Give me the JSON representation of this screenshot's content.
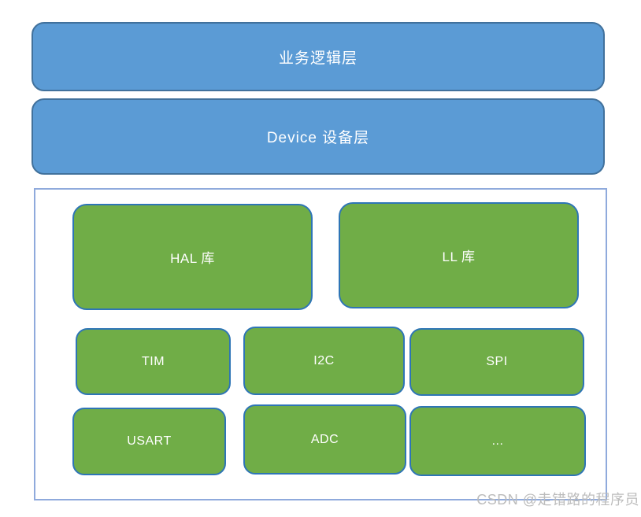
{
  "page": {
    "watermark": "CSDN @走错路的程序员"
  },
  "colors": {
    "layer_fill": "#5B9BD5",
    "layer_border": "#41719C",
    "box_fill": "#70AD47",
    "box_border": "#2E75B6",
    "container_border": "#8FAADC",
    "label_text": "#FFFFFF",
    "watermark_text": "#BCBCBC"
  },
  "diagram": {
    "layers": [
      {
        "id": "business-logic",
        "label": "业务逻辑层"
      },
      {
        "id": "device",
        "label": "Device 设备层"
      }
    ],
    "driver_container": {
      "libraries": [
        {
          "id": "hal",
          "label": "HAL 库"
        },
        {
          "id": "ll",
          "label": "LL 库"
        }
      ],
      "peripherals": [
        {
          "id": "tim",
          "label": "TIM"
        },
        {
          "id": "i2c",
          "label": "I2C"
        },
        {
          "id": "spi",
          "label": "SPI"
        },
        {
          "id": "usart",
          "label": "USART"
        },
        {
          "id": "adc",
          "label": "ADC"
        },
        {
          "id": "more",
          "label": "..."
        }
      ]
    }
  }
}
